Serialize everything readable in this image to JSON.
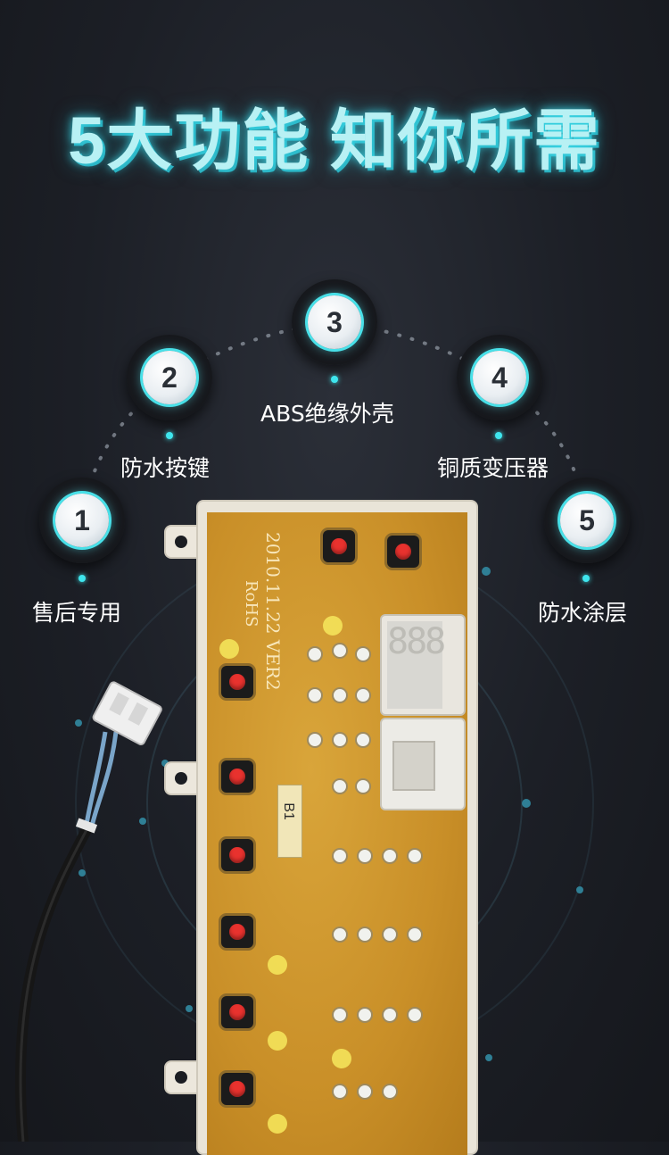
{
  "headline": "5大功能 知你所需",
  "features": [
    {
      "number": "1",
      "label": "售后专用"
    },
    {
      "number": "2",
      "label": "防水按键"
    },
    {
      "number": "3",
      "label": "ABS绝缘外壳"
    },
    {
      "number": "4",
      "label": "铜质变压器"
    },
    {
      "number": "5",
      "label": "防水涂层"
    }
  ],
  "board": {
    "silk_date": "2010.11.22 VER2",
    "silk_rohs": "RoHS",
    "sticker": "B1",
    "display_digits": "888"
  },
  "colors": {
    "accent": "#3fe6ee",
    "headline": "#b8f1f4",
    "background": "#1c1f26",
    "board": "#c98f28",
    "button": "#e8322e"
  },
  "icons": [
    "number-badge",
    "push-button",
    "led-display",
    "wire-connector"
  ]
}
